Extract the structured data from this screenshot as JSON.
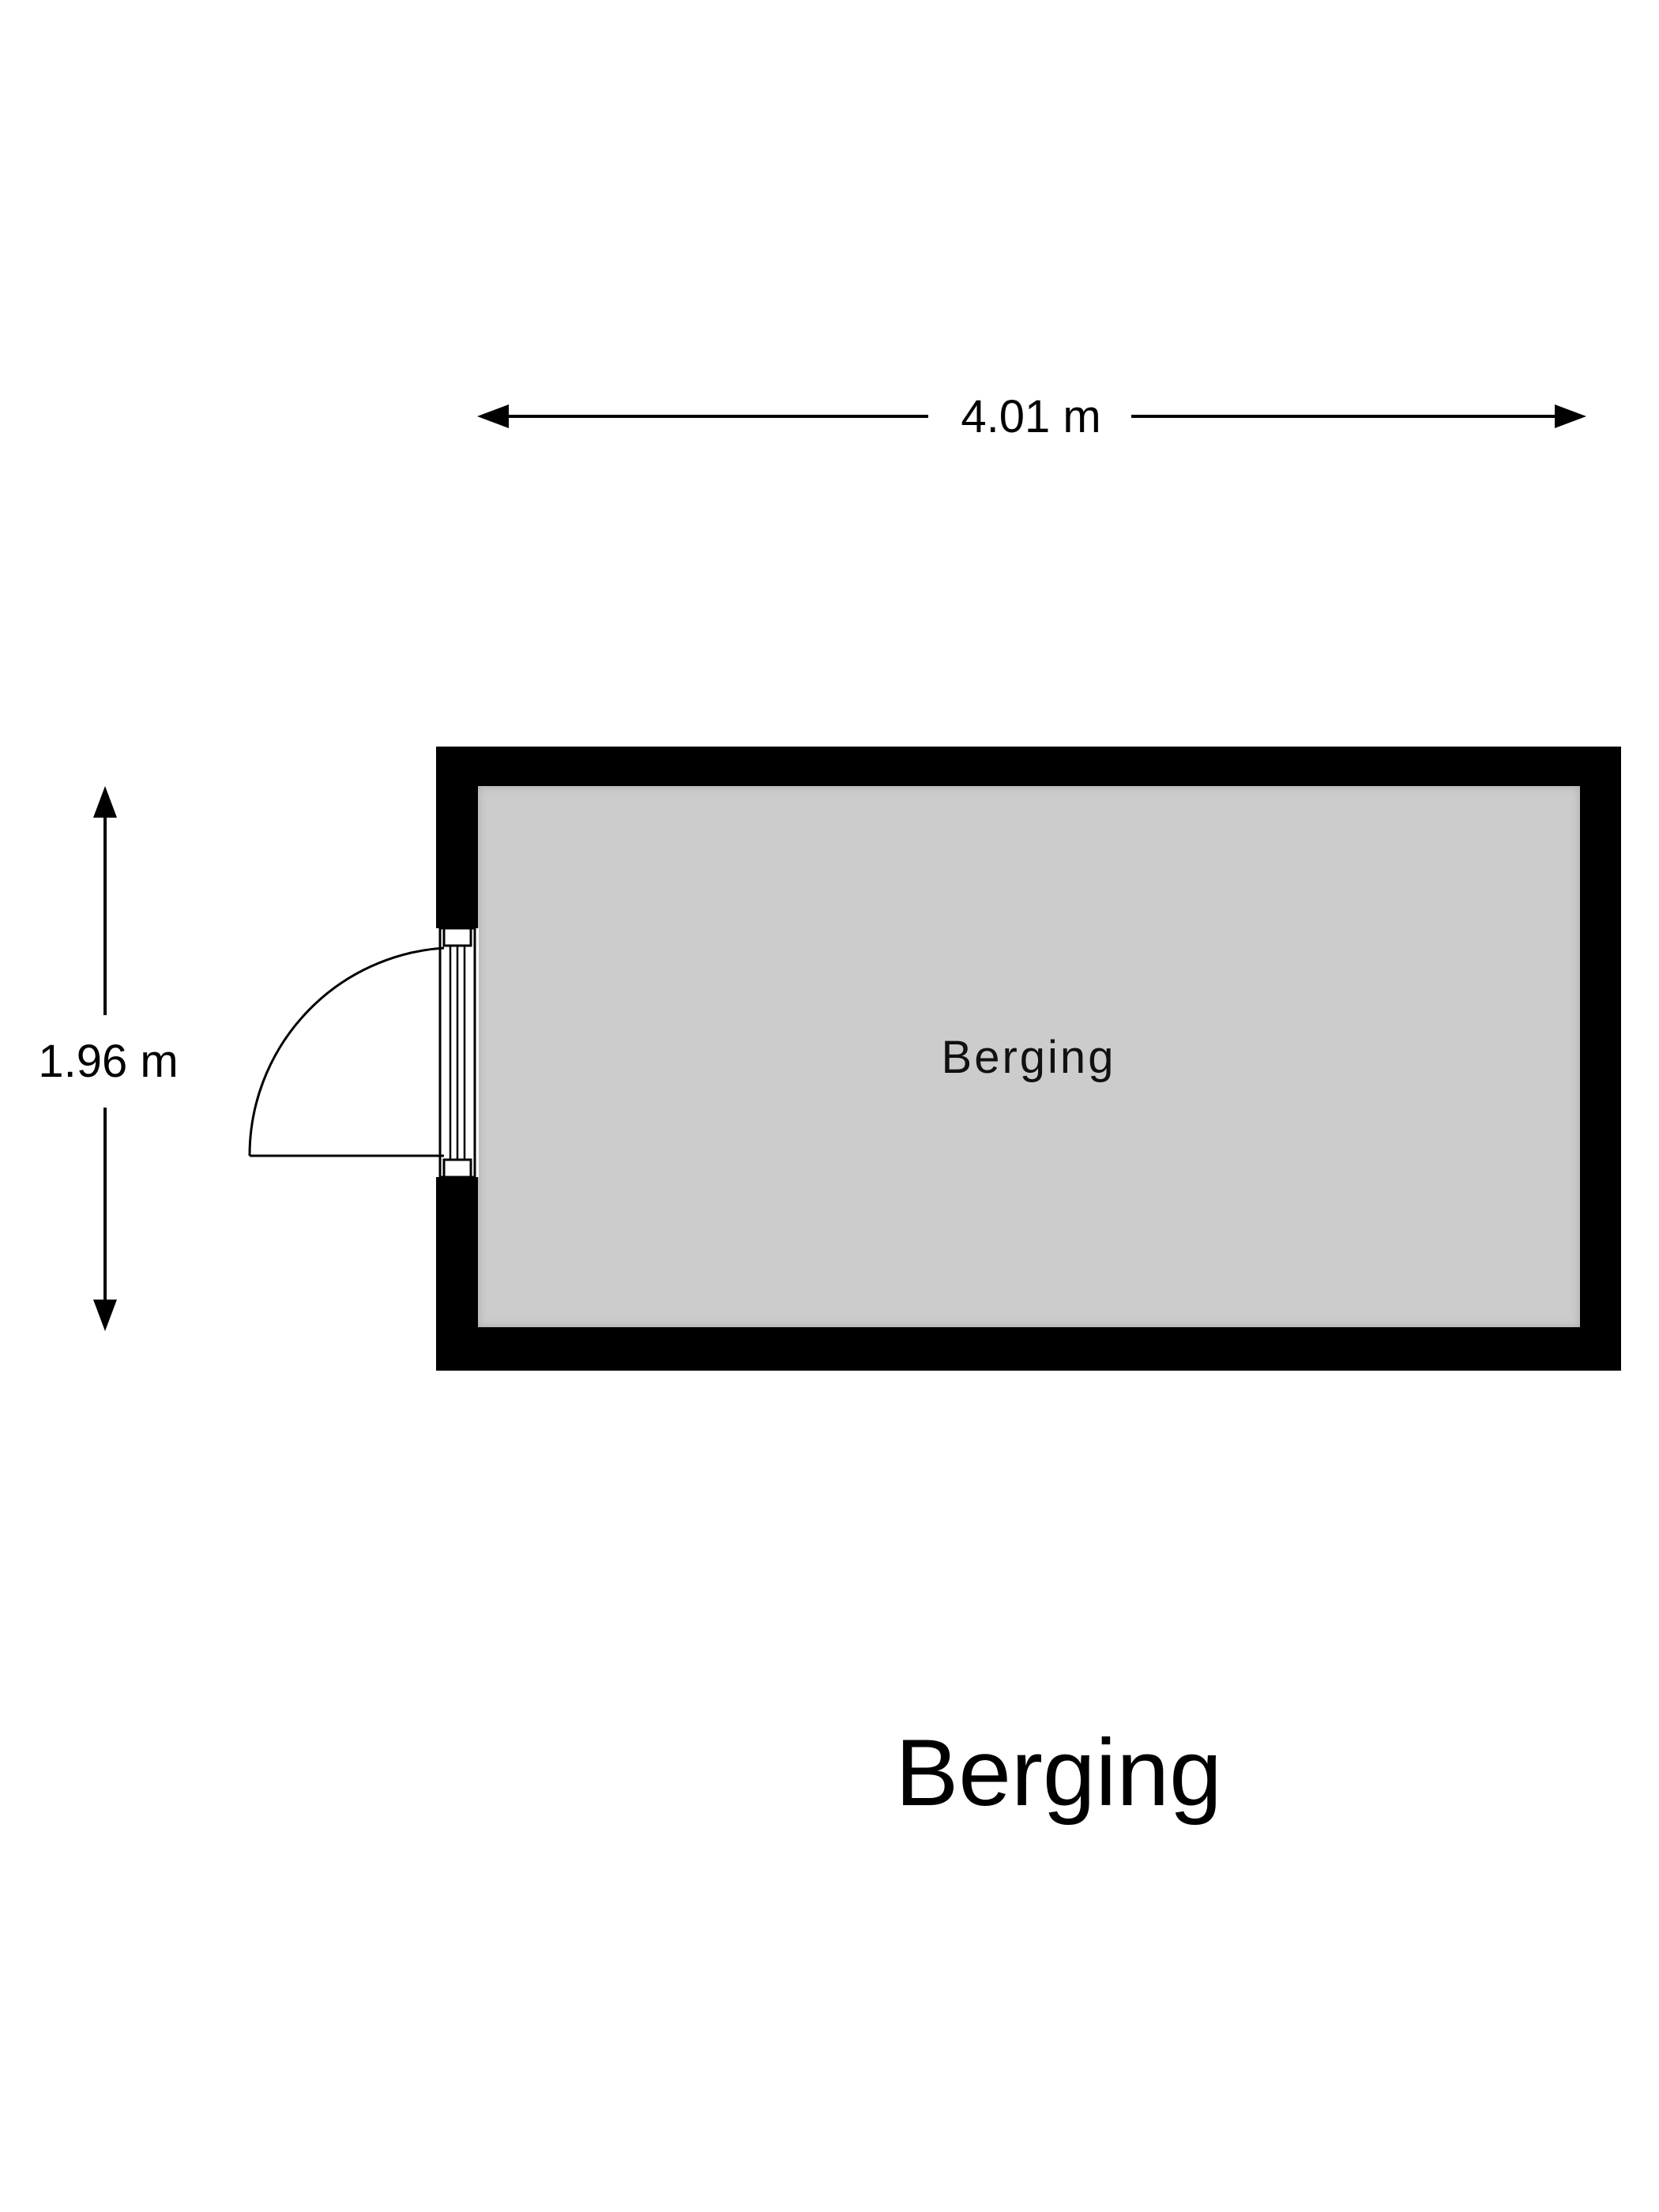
{
  "plan": {
    "title": "Berging",
    "room": {
      "name": "Berging",
      "floor_color": "#cccccc",
      "wall_color": "#000000"
    },
    "dimensions": {
      "width_label": "4.01 m",
      "height_label": "1.96 m"
    }
  }
}
